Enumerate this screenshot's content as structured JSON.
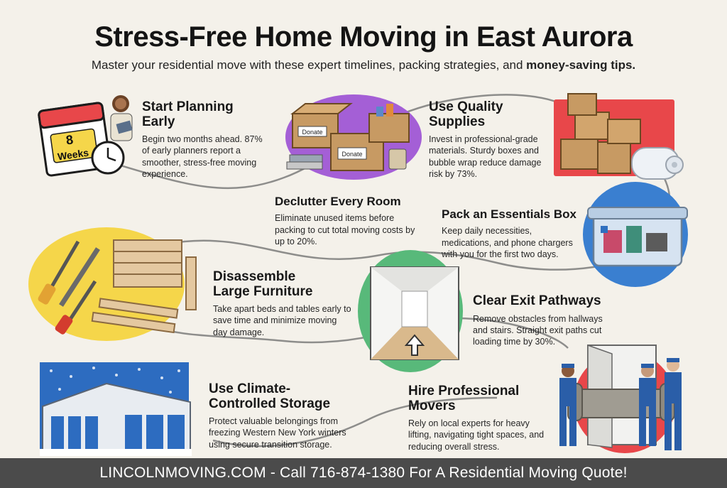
{
  "header": {
    "title": "Stress-Free Home Moving in East Aurora",
    "subtitle_lead": "Master your residential move with these expert timelines, packing strategies, and ",
    "subtitle_bold": "money-saving tips."
  },
  "calendar_label_1": "8",
  "calendar_label_2": "Weeks",
  "donate_label": "Donate",
  "tips": [
    {
      "title": "Start Planning Early",
      "text": "Begin two months ahead. 87% of early planners report a smoother, stress-free moving experience."
    },
    {
      "title": "Declutter Every Room",
      "text": "Eliminate unused items before packing to cut total moving costs by up to 20%."
    },
    {
      "title": "Use Quality Supplies",
      "text": "Invest in professional-grade materials. Sturdy boxes and bubble wrap reduce damage risk by 73%."
    },
    {
      "title": "Pack an Essentials Box",
      "text": "Keep daily necessities, medications, and phone chargers with you for the first two days."
    },
    {
      "title": "Disassemble Large Furniture",
      "text": "Take apart beds and tables early to save time and minimize moving day damage."
    },
    {
      "title": "Clear Exit Pathways",
      "text": "Remove obstacles from hallways and stairs. Straight exit paths cut loading time by 30%."
    },
    {
      "title": "Use Climate-Controlled Storage",
      "text": "Protect valuable belongings from freezing Western New York winters using secure transition storage."
    },
    {
      "title": "Hire Professional Movers",
      "text": "Rely on local experts for heavy lifting, navigating tight spaces, and reducing overall stress."
    }
  ],
  "footer": {
    "text": "LINCOLNMOVING.COM - Call 716-874-1380 For A Residential Moving Quote!"
  },
  "colors": {
    "background": "#f4f1ea",
    "footer": "#4b4b4b",
    "red": "#e8474a",
    "purple": "#a45fd6",
    "blue": "#3a7fd0",
    "yellow": "#f5d64a",
    "green": "#58b97a",
    "cardboard": "#c79a63"
  }
}
